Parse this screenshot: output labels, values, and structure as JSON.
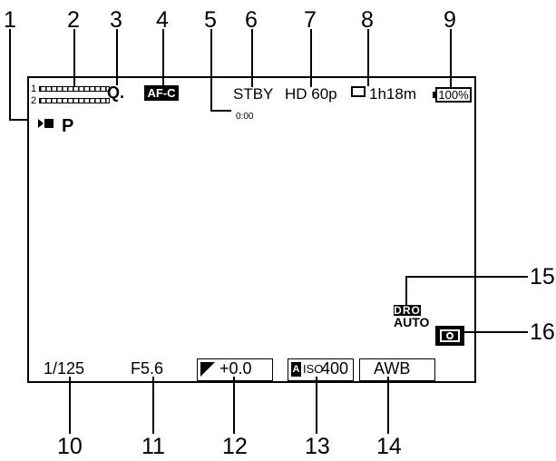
{
  "callouts": [
    "1",
    "2",
    "3",
    "4",
    "5",
    "6",
    "7",
    "8",
    "9",
    "10",
    "11",
    "12",
    "13",
    "14",
    "15",
    "16"
  ],
  "screen": {
    "meter_1": "1",
    "meter_2": "2",
    "face_icon": "Q.",
    "af_mode": "AF-C",
    "status": "STBY",
    "rec_format": "HD 60p",
    "remaining_time": "1h18m",
    "battery": "100%",
    "timecode": "0:00",
    "mode": "P",
    "shutter": "1/125",
    "aperture": "F5.6",
    "exposure_comp": "+0.0",
    "iso_label": "ISO",
    "iso_value": "400",
    "white_balance": "AWB",
    "dro_top": "DRO",
    "dro_bottom": "AUTO"
  }
}
